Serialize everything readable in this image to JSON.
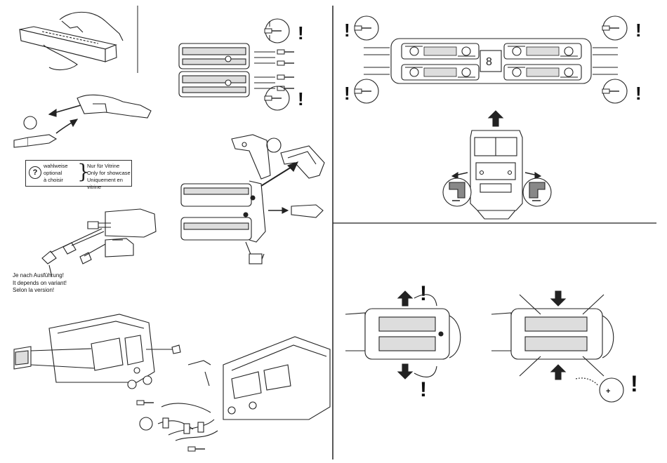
{
  "legend": {
    "icon": "question-circle-icon",
    "left_lines": [
      "wahlweise",
      "optional",
      "à choisir"
    ],
    "right_lines": [
      "Nur für Vitrine",
      "Only for showcase",
      "Uniquement en vitrine"
    ]
  },
  "variant_note": {
    "lines": [
      "Je nach Ausführung!",
      "It depends on variant!",
      "Selon la version!"
    ]
  },
  "battery": {
    "label": "+"
  },
  "colors": {
    "line": "#1a1a1a",
    "fill": "#ffffff",
    "dark": "#222222"
  }
}
